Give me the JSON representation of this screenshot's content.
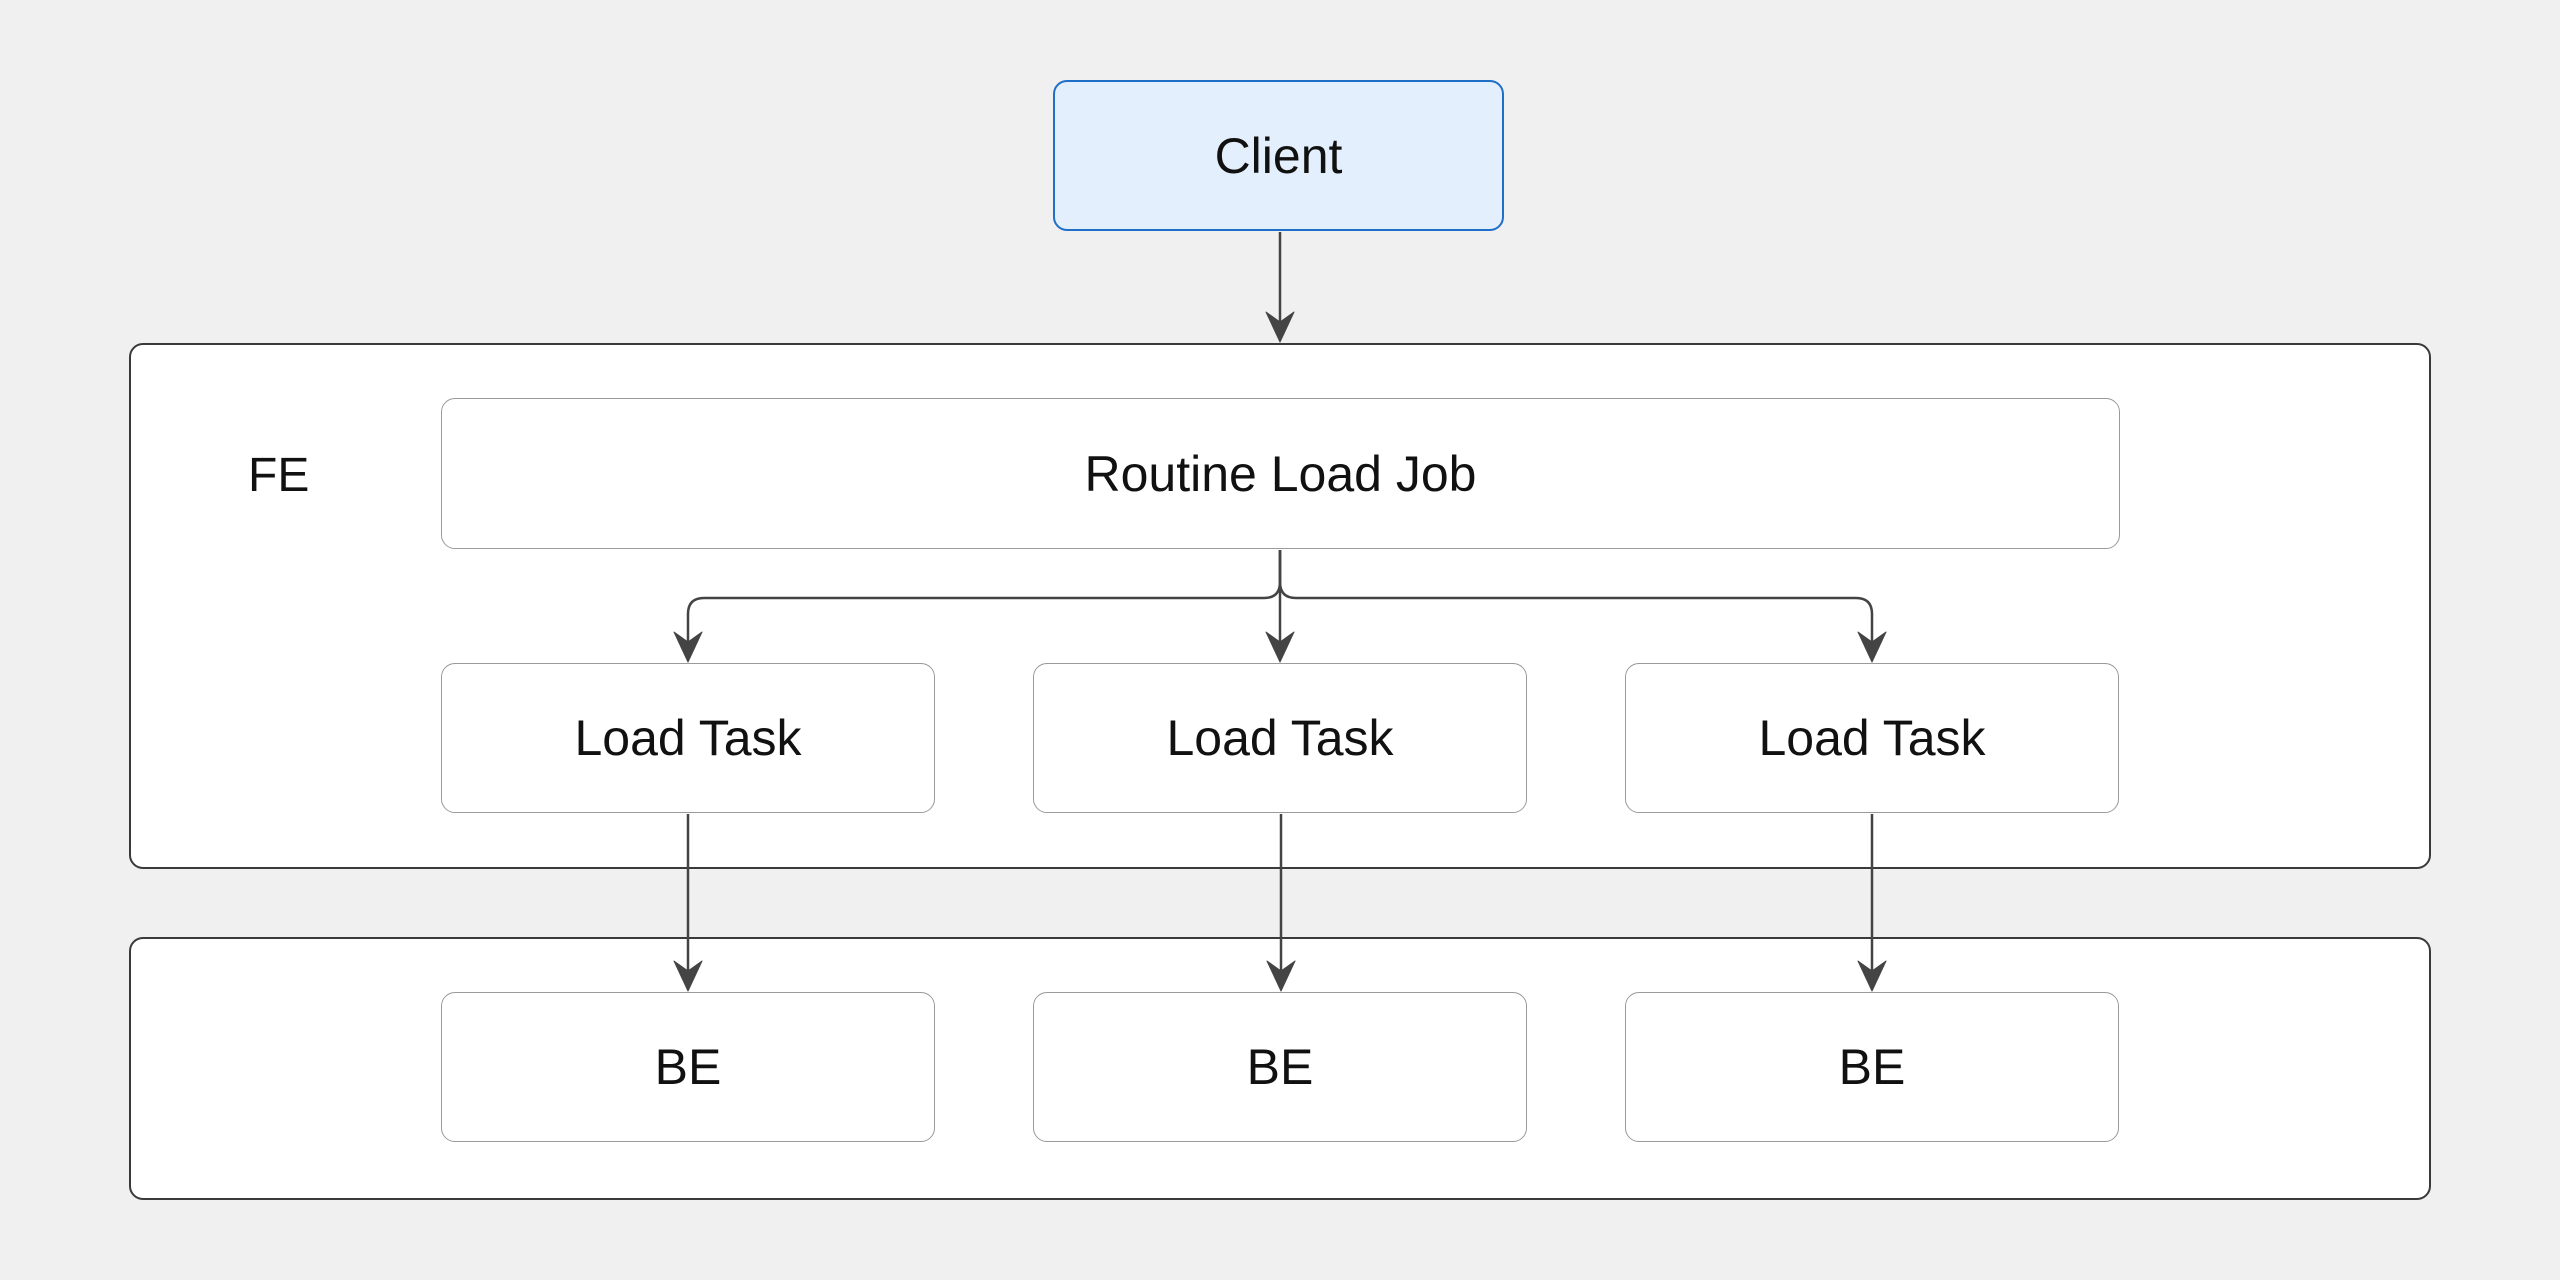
{
  "client": {
    "label": "Client"
  },
  "fe": {
    "label": "FE",
    "job": {
      "label": "Routine Load Job"
    },
    "tasks": [
      {
        "label": "Load Task"
      },
      {
        "label": "Load Task"
      },
      {
        "label": "Load Task"
      }
    ]
  },
  "be_nodes": [
    {
      "label": "BE"
    },
    {
      "label": "BE"
    },
    {
      "label": "BE"
    }
  ],
  "colors": {
    "background": "#f0f0f0",
    "client_fill": "#e3effc",
    "client_border": "#1f6fc8",
    "arrow": "#444444"
  }
}
